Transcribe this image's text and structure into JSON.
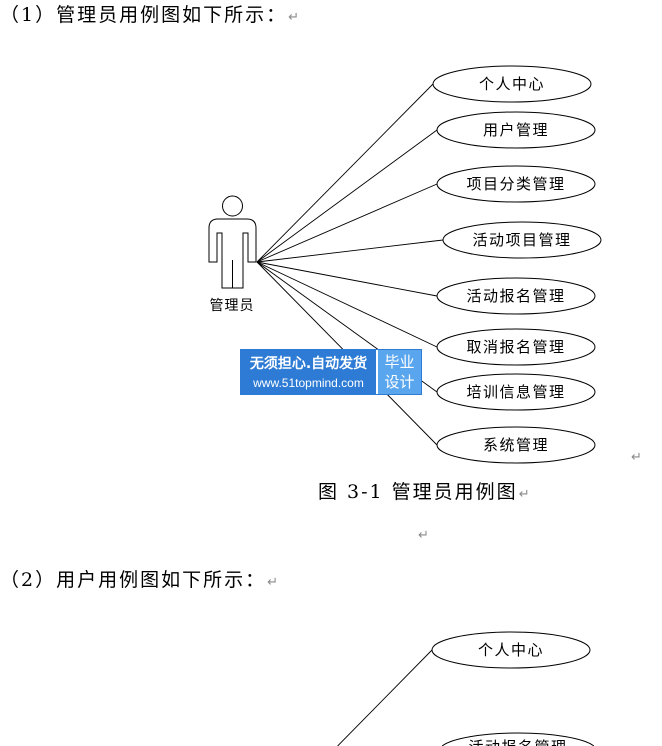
{
  "document": {
    "paragraph_mark": "↵"
  },
  "section1": {
    "heading": "（1）管理员用例图如下所示：",
    "diagram": {
      "actor": "管理员",
      "use_cases": [
        "个人中心",
        "用户管理",
        "项目分类管理",
        "活动项目管理",
        "活动报名管理",
        "取消报名管理",
        "培训信息管理",
        "系统管理"
      ]
    },
    "caption": "图 3-1 管理员用例图"
  },
  "section2": {
    "heading": "（2）用户用例图如下所示：",
    "diagram": {
      "use_cases": [
        "个人中心",
        "活动报名管理"
      ]
    }
  },
  "watermark": {
    "slogan": "无须担心.自动发货",
    "url": "www.51topmind.com",
    "badge": [
      "毕业",
      "设计"
    ]
  },
  "colors": {
    "text": "#000000",
    "paragraph_mark": "#8a8a8a",
    "diagram_stroke": "#000000",
    "watermark_blue": "#2d7bd4",
    "watermark_badge": "#5aa6ee"
  }
}
